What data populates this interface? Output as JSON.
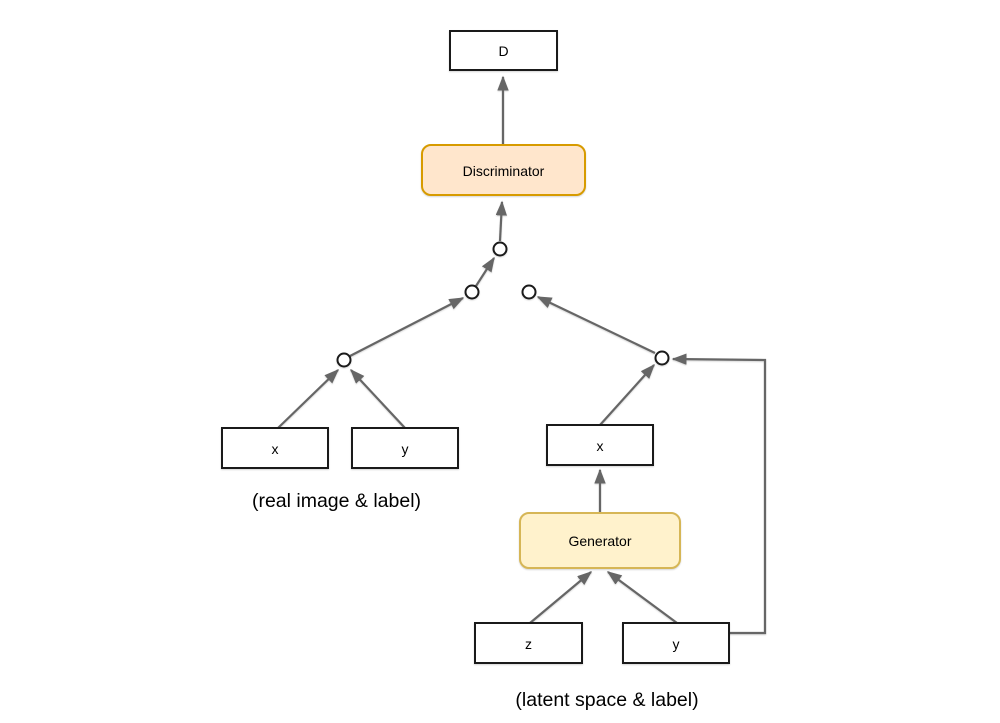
{
  "diagram": {
    "nodes": {
      "d_output": {
        "label": "D"
      },
      "discriminator": {
        "label": "Discriminator",
        "fill": "#FFE6CC",
        "stroke": "#D79B00"
      },
      "generator": {
        "label": "Generator",
        "fill": "#FFF2CC",
        "stroke": "#D6B656"
      },
      "real_x": {
        "label": "x"
      },
      "real_y": {
        "label": "y"
      },
      "generated_x": {
        "label": "x"
      },
      "latent_z": {
        "label": "z"
      },
      "label_y": {
        "label": "y"
      }
    },
    "captions": {
      "real": "(real image & label)",
      "latent": "(latent space & label)"
    },
    "colors": {
      "edge": "#666666",
      "box_border": "#1A1A1A",
      "box_fill": "#FFFFFF",
      "text": "#000000",
      "background": "#FFFFFF"
    }
  }
}
